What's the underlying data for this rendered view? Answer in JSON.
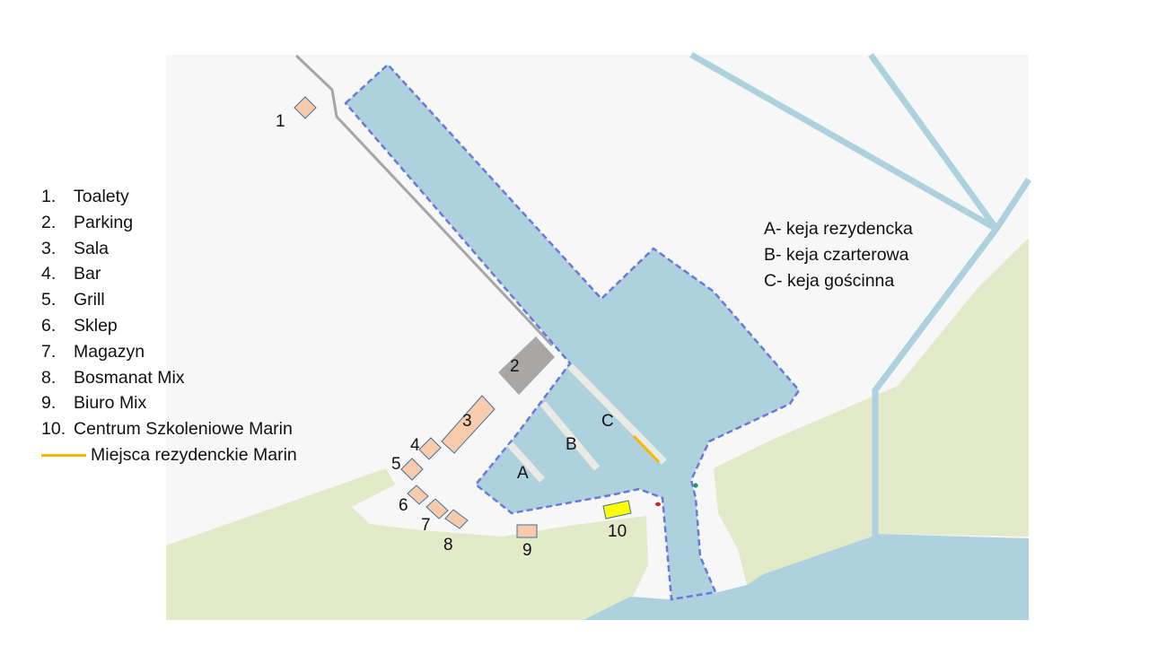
{
  "legend": {
    "items": [
      {
        "num": "1.",
        "label": "Toalety"
      },
      {
        "num": "2.",
        "label": "Parking"
      },
      {
        "num": "3.",
        "label": "Sala"
      },
      {
        "num": "4.",
        "label": "Bar"
      },
      {
        "num": "5.",
        "label": "Grill"
      },
      {
        "num": "6.",
        "label": "Sklep"
      },
      {
        "num": "7.",
        "label": "Magazyn"
      },
      {
        "num": "8.",
        "label": "Bosmanat Mix"
      },
      {
        "num": "9.",
        "label": "Biuro Mix"
      },
      {
        "num": "10.",
        "label": "Centrum Szkoleniowe Marin"
      }
    ],
    "line_label": "Miejsca rezydenckie Marin",
    "line_color": "#f5b800"
  },
  "piers_legend": [
    "A- keja rezydencka",
    "B- keja czarterowa",
    "C- keja gościnna"
  ],
  "map_labels": {
    "b1": "1",
    "b2": "2",
    "b3": "3",
    "b4": "4",
    "b5": "5",
    "b6": "6",
    "b7": "7",
    "b8": "8",
    "b9": "9",
    "b10": "10",
    "pierA": "A",
    "pierB": "B",
    "pierC": "C"
  },
  "colors": {
    "water": "#aed2dd",
    "land": "#e3eaca",
    "ground": "#f7f7f7",
    "building": "#f8cbad",
    "parking": "#a9a6a6",
    "training_center": "#ffff00",
    "boundary": "#6b78d8"
  }
}
